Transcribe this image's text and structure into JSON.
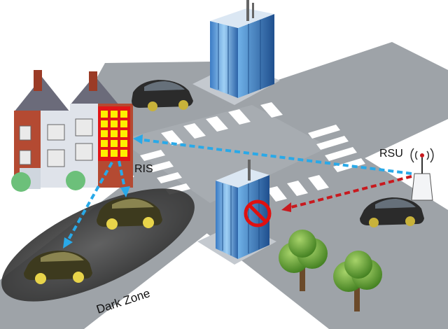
{
  "labels": {
    "ris": "RIS",
    "rsu": "RSU",
    "dark_zone": "Dark Zone"
  },
  "colors": {
    "ris_link": "#29a9e8",
    "rsu_link": "#c8191e",
    "block_sign": "#e01010",
    "ris_panel": "#ffee00",
    "road": "#9aa0a6",
    "dark_zone": "#3a3a3a"
  },
  "icons": [
    "building-icon",
    "house-icon",
    "car-icon",
    "antenna-icon",
    "tree-icon",
    "no-entry-icon"
  ]
}
